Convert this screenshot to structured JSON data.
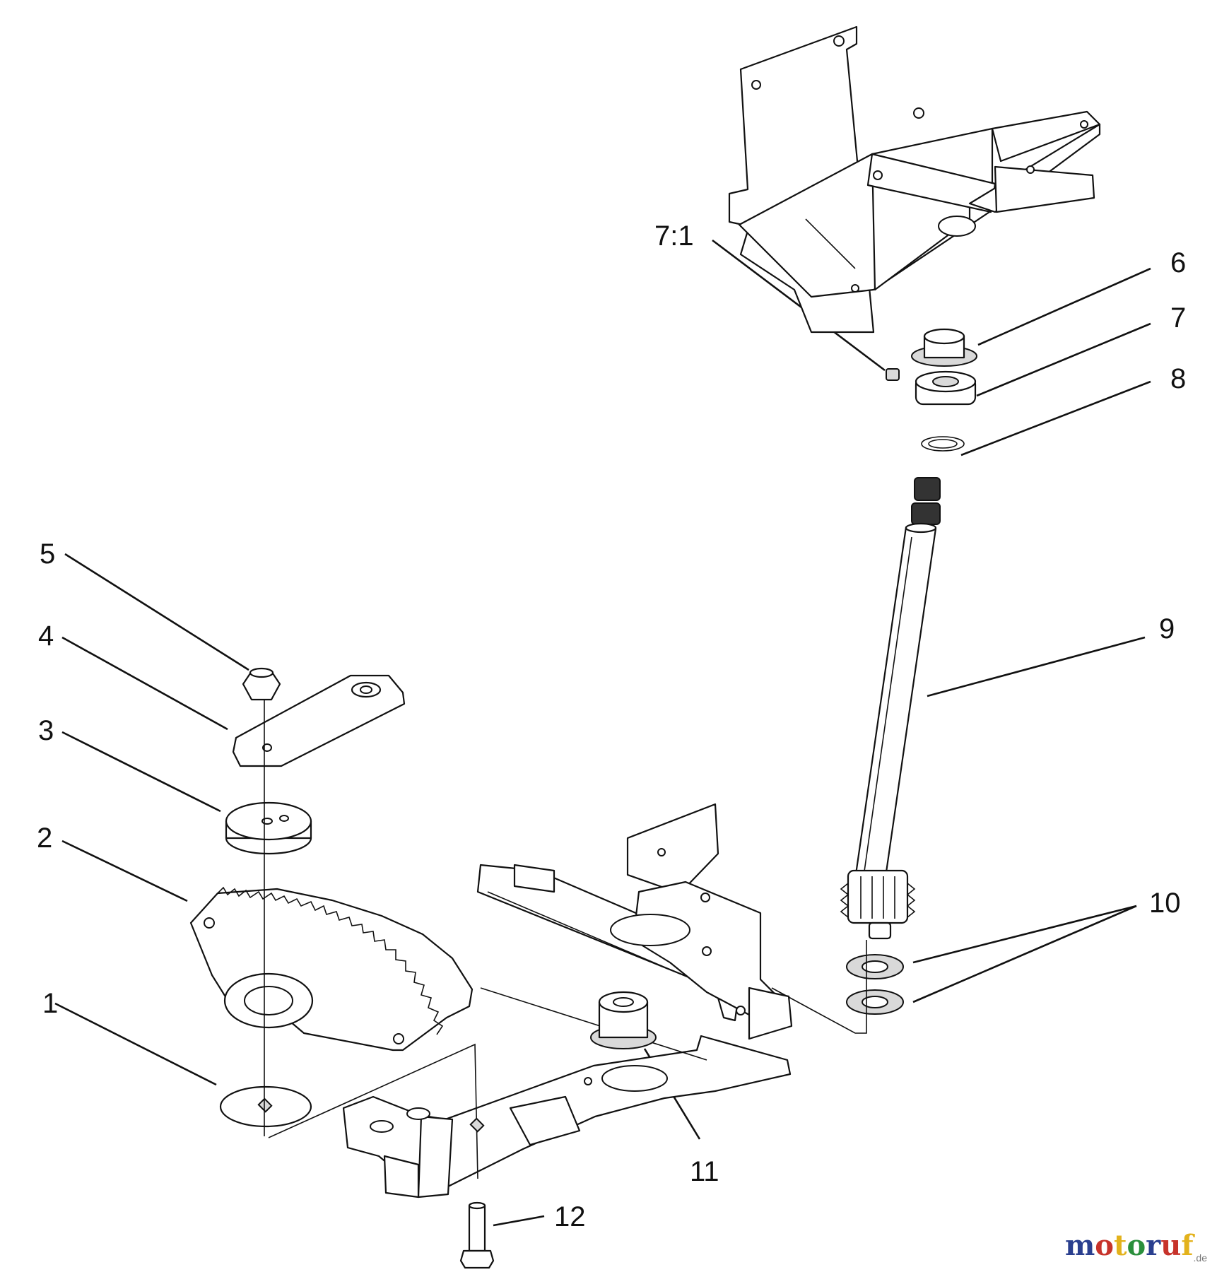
{
  "callouts": [
    {
      "id": "1",
      "text": "1"
    },
    {
      "id": "2",
      "text": "2"
    },
    {
      "id": "3",
      "text": "3"
    },
    {
      "id": "4",
      "text": "4"
    },
    {
      "id": "5",
      "text": "5"
    },
    {
      "id": "6",
      "text": "6"
    },
    {
      "id": "7",
      "text": "7"
    },
    {
      "id": "7_1",
      "text": "7:1"
    },
    {
      "id": "8",
      "text": "8"
    },
    {
      "id": "9",
      "text": "9"
    },
    {
      "id": "10",
      "text": "10"
    },
    {
      "id": "11",
      "text": "11"
    },
    {
      "id": "12",
      "text": "12"
    }
  ],
  "watermark": {
    "text": "motoruf",
    "suffix": ".de",
    "colors": [
      "#2a3f8f",
      "#c7332b",
      "#e3b21c",
      "#2a8f3c"
    ]
  }
}
